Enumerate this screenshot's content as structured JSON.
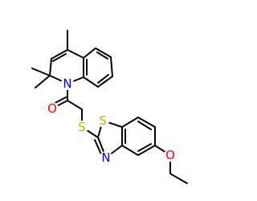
{
  "colors": {
    "bond": "#000000",
    "nitrogen": "#0000ff",
    "oxygen": "#ff0000",
    "sulfur": "#b8b800",
    "background": "#ffffff"
  },
  "atoms": {
    "n_quinoline": "N",
    "o_carbonyl": "O",
    "s_thioether": "S",
    "s_thiazole": "S",
    "n_thiazole": "N",
    "o_ether": "O"
  }
}
